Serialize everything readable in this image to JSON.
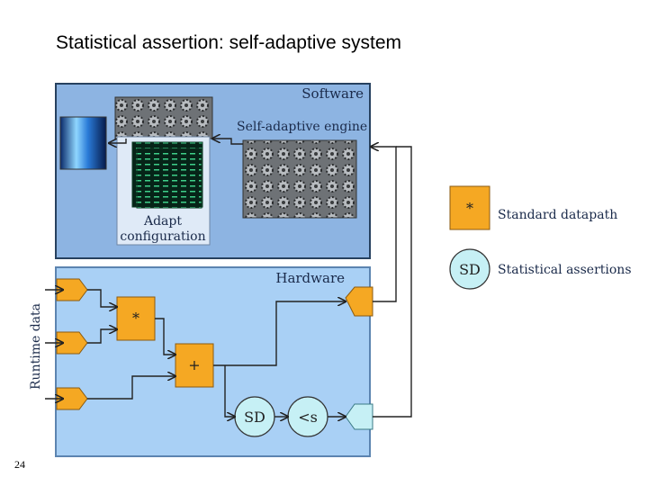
{
  "slide": {
    "title": "Statistical assertion: self-adaptive system",
    "page_number": "24"
  },
  "software": {
    "label": "Software",
    "engine_label": "Self-adaptive engine",
    "adapt_line1": "Adapt",
    "adapt_line2": "configuration"
  },
  "hardware": {
    "label": "Hardware",
    "runtime_label": "Runtime data",
    "mult_op": "*",
    "add_op": "+",
    "sd_op": "SD",
    "cmp_op": "<s"
  },
  "legend": {
    "std_symbol": "*",
    "std_label": "Standard datapath",
    "sd_symbol": "SD",
    "sd_label": "Statistical assertions"
  },
  "colors": {
    "software_bg": "#8db4e2",
    "hardware_bg": "#a9d0f5",
    "orange": "#f5a823",
    "assert": "#c6f0f5"
  }
}
